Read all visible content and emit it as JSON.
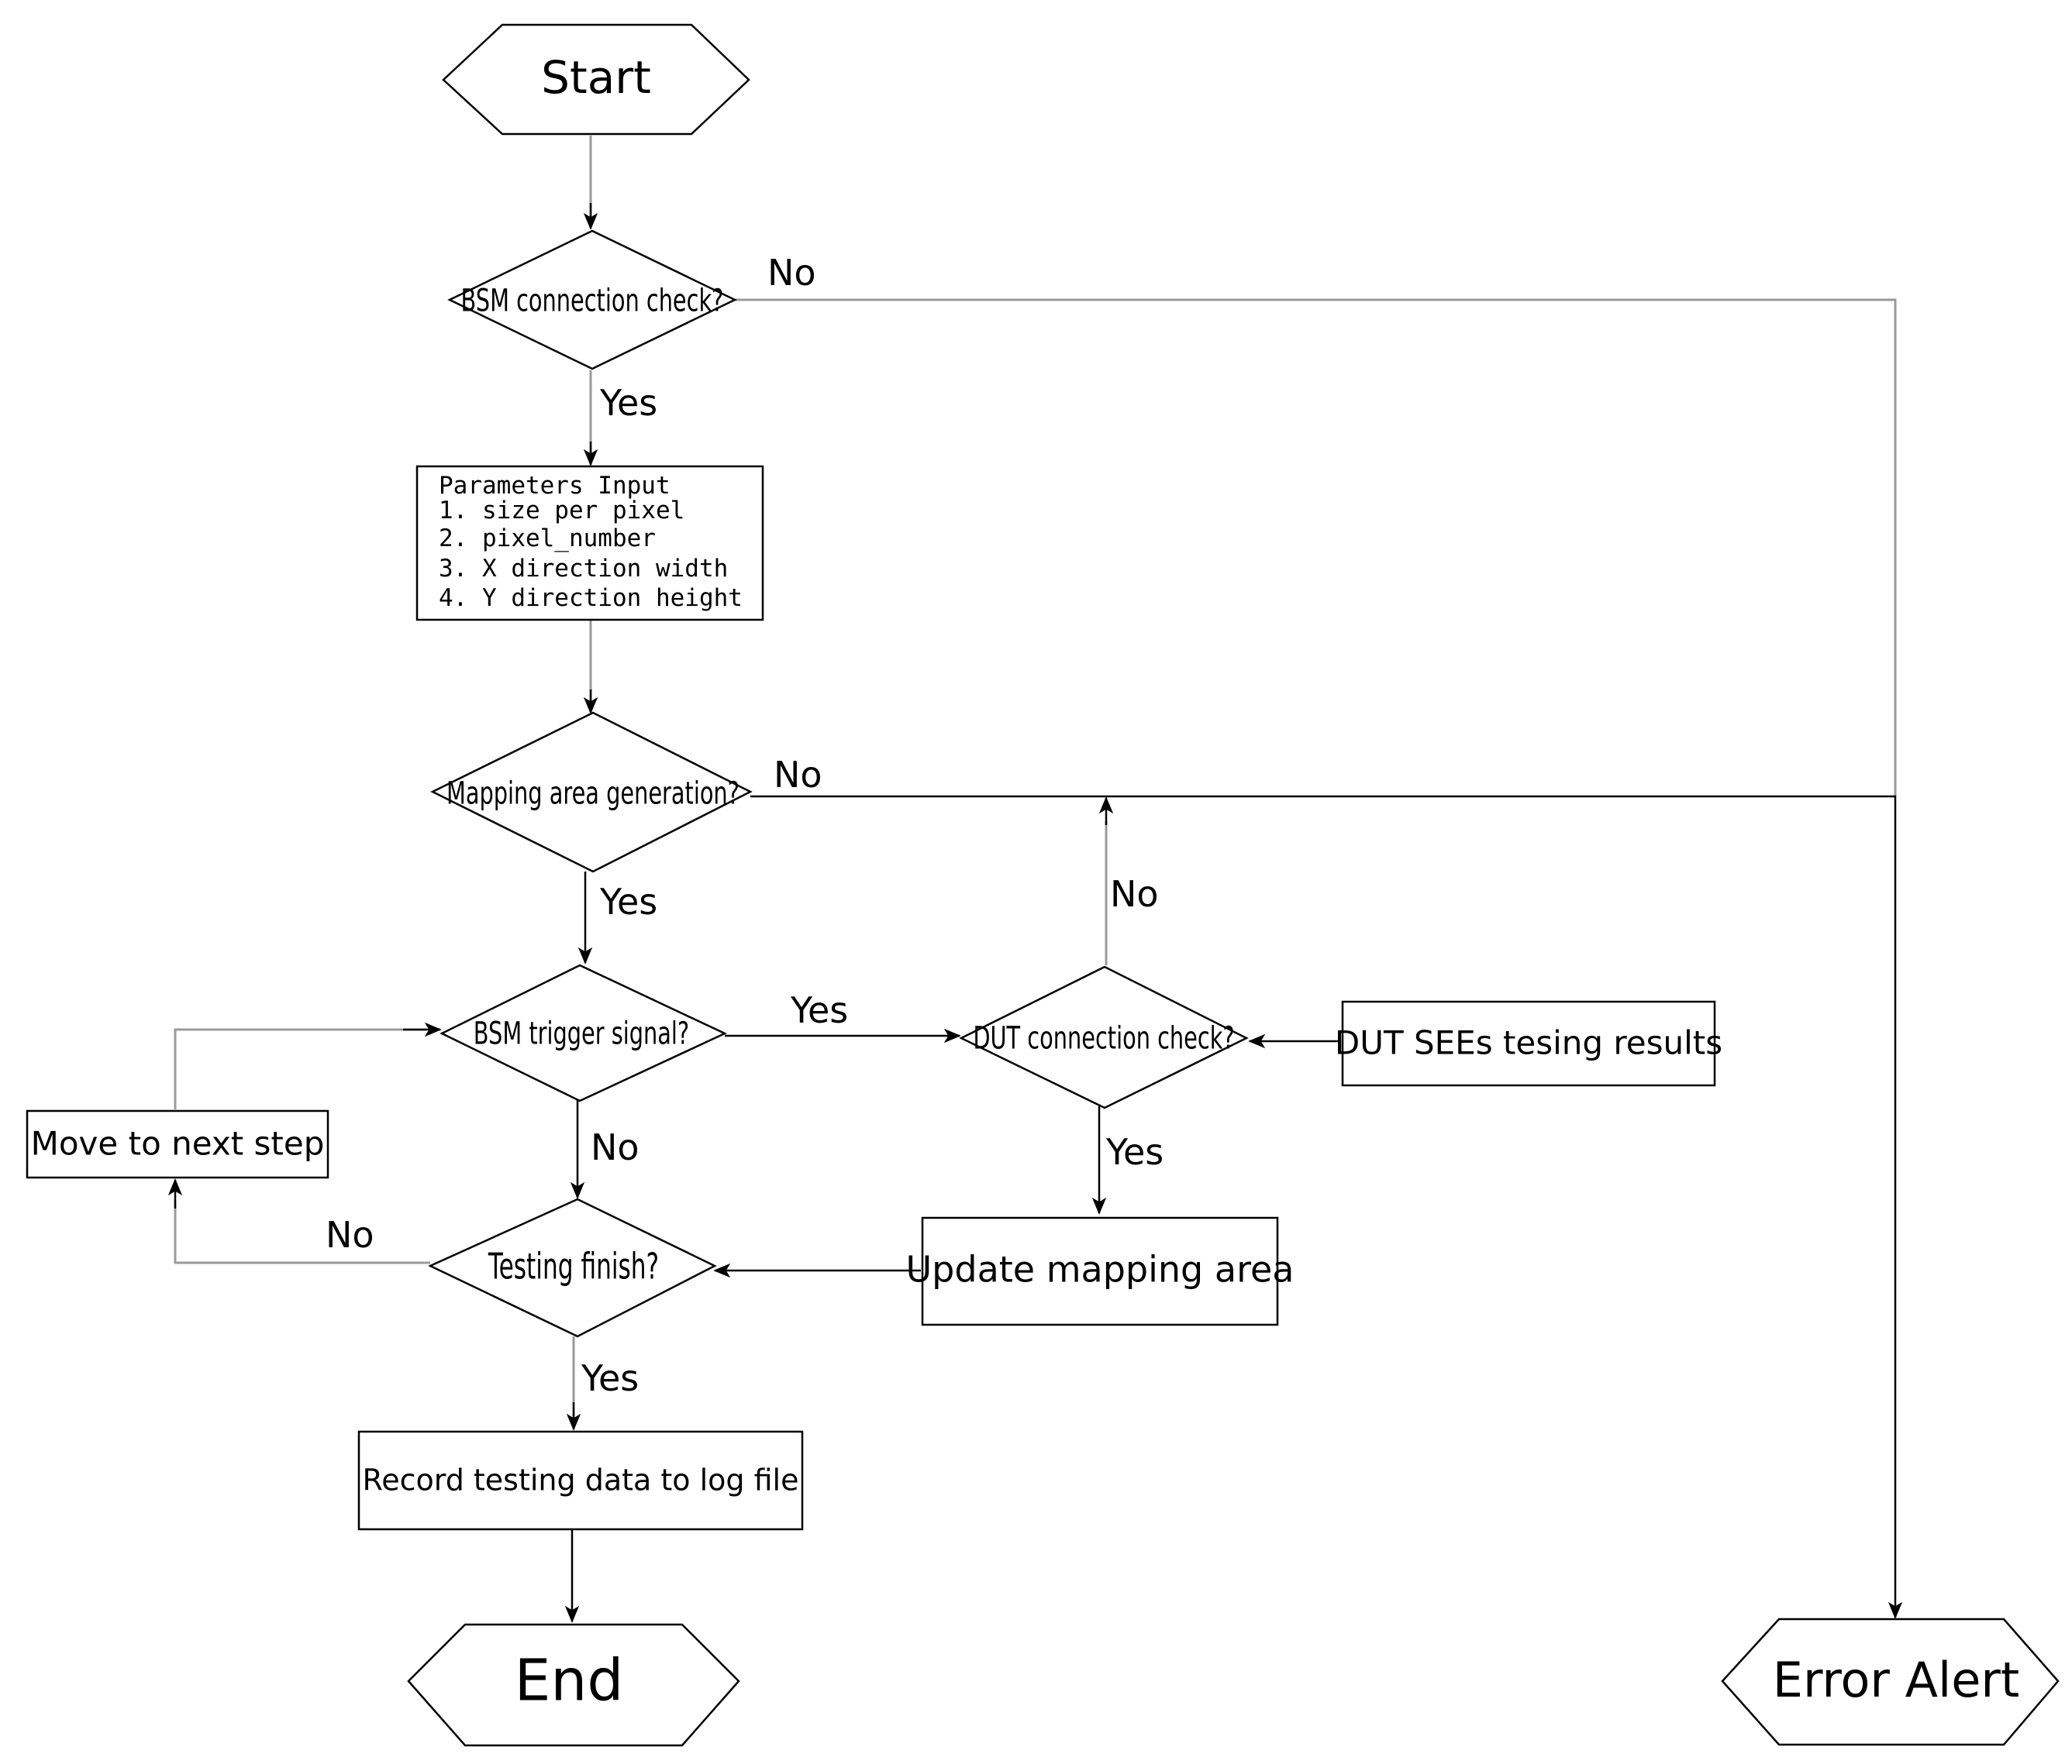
{
  "nodes": {
    "start": "Start",
    "bsm_connection_check": "BSM connection check?",
    "parameters_input": {
      "title": "Parameters Input",
      "items": [
        "1. size per pixel",
        "2. pixel_number",
        "3. X direction width",
        "4. Y direction height"
      ]
    },
    "mapping_area_generation": "Mapping area generation?",
    "bsm_trigger_signal": "BSM trigger signal?",
    "dut_connection_check": "DUT connection check?",
    "dut_sees_results": "DUT SEEs tesing results",
    "move_to_next_step": "Move to next step",
    "testing_finish": "Testing finish?",
    "update_mapping_area": "Update mapping area",
    "record_testing_data": "Record testing data to log file",
    "end": "End",
    "error_alert": "Error Alert"
  },
  "edge_labels": {
    "bsm_check_no": "No",
    "bsm_check_yes": "Yes",
    "mapping_no": "No",
    "mapping_yes": "Yes",
    "trigger_yes": "Yes",
    "trigger_no": "No",
    "dut_check_no": "No",
    "dut_check_yes": "Yes",
    "finish_no": "No",
    "finish_yes": "Yes"
  }
}
